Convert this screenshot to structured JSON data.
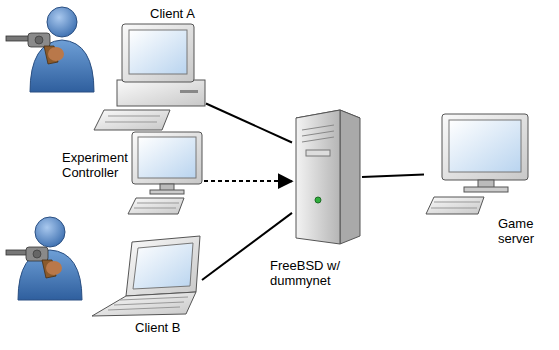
{
  "diagram": {
    "nodes": [
      {
        "text": [
          "Client A"
        ]
      },
      {
        "text": [
          "Experiment Controller"
        ]
      },
      {
        "text": [
          "Client B"
        ]
      },
      {
        "text": [
          "FreeBSD w/ dummynet"
        ]
      },
      {
        "text": [
          "Game server"
        ]
      }
    ],
    "edges": [
      {
        "from": 0,
        "to": 3,
        "arrow": "none"
      },
      {
        "from": 1,
        "to": 3,
        "arrow": "to"
      },
      {
        "from": 2,
        "to": 3,
        "arrow": "none"
      },
      {
        "from": 3,
        "to": 4,
        "arrow": "none"
      }
    ]
  }
}
